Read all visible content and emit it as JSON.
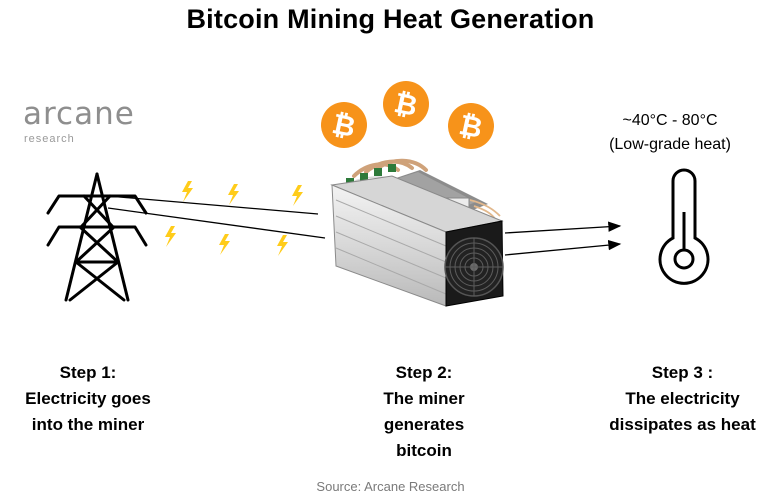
{
  "title": "Bitcoin Mining Heat Generation",
  "logo": {
    "main": "arcane",
    "sub": "research"
  },
  "temperature": {
    "range": "~40°C - 80°C",
    "note": "(Low-grade heat)"
  },
  "steps": [
    {
      "lines": [
        "Step  1:",
        "Electricity goes",
        "into the miner"
      ]
    },
    {
      "lines": [
        "Step  2:",
        "The  miner",
        "generates",
        "bitcoin"
      ]
    },
    {
      "lines": [
        "Step 3 :",
        "The  electricity",
        "dissipates as heat"
      ]
    }
  ],
  "source": "Source: Arcane Research",
  "icons": [
    "power-tower-icon",
    "lightning-icon",
    "bitcoin-icon",
    "mining-rig-icon",
    "thermometer-icon",
    "arrow-icon"
  ],
  "colors": {
    "bitcoin": "#f7931a",
    "lightning": "#ffcc1a",
    "logo": "#8e8e8e",
    "source": "#7a7a7a"
  }
}
